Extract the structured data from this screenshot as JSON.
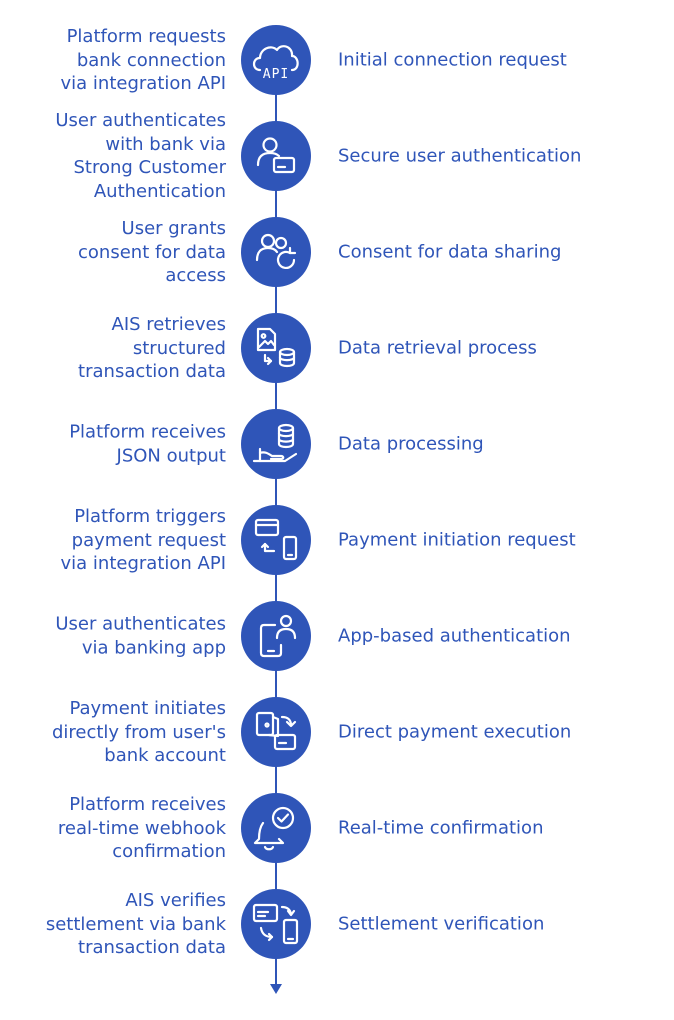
{
  "steps": [
    {
      "left": "Platform requests\nbank connection\nvia integration API",
      "right": "Initial connection request",
      "icon": "cloud-api-icon",
      "icon_text": "API"
    },
    {
      "left": "User authenticates\nwith bank via\nStrong Customer\nAuthentication",
      "right": "Secure user authentication",
      "icon": "user-card-icon"
    },
    {
      "left": "User grants\nconsent for data\naccess",
      "right": "Consent for data sharing",
      "icon": "users-refresh-icon"
    },
    {
      "left": "AIS retrieves\nstructured\ntransaction data",
      "right": "Data retrieval process",
      "icon": "file-database-icon"
    },
    {
      "left": "Platform receives\nJSON output",
      "right": "Data processing",
      "icon": "hand-database-icon"
    },
    {
      "left": "Platform triggers\npayment request\nvia integration API",
      "right": "Payment initiation request",
      "icon": "card-phone-icon"
    },
    {
      "left": "User authenticates\nvia banking app",
      "right": "App-based authentication",
      "icon": "phone-user-icon"
    },
    {
      "left": "Payment initiates\ndirectly from user's\nbank account",
      "right": "Direct payment execution",
      "icon": "wallet-card-icon"
    },
    {
      "left": "Platform receives\nreal-time webhook\nconfirmation",
      "right": "Real-time confirmation",
      "icon": "bell-check-icon"
    },
    {
      "left": "AIS verifies\nsettlement via bank\ntransaction data",
      "right": "Settlement verification",
      "icon": "card-phone-sync-icon"
    }
  ]
}
